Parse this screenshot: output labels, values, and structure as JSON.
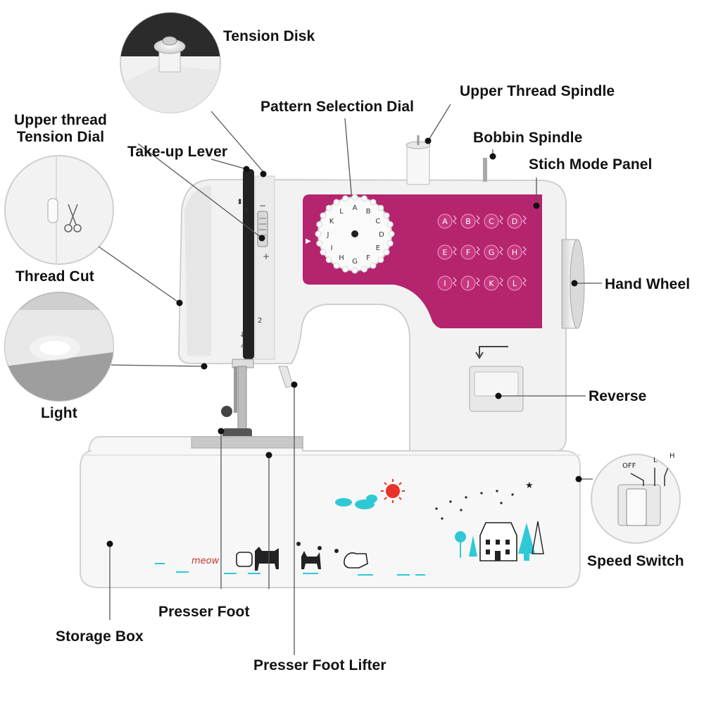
{
  "labels": {
    "tension_disk": "Tension Disk",
    "pattern_dial": "Pattern Selection Dial",
    "upper_spindle": "Upper Thread Spindle",
    "bobbin_spindle": "Bobbin Spindle",
    "stitch_panel": "Stich Mode Panel",
    "upper_tension_line1": "Upper thread",
    "upper_tension_line2": "Tension Dial",
    "takeup_lever": "Take-up Lever",
    "thread_cut": "Thread Cut",
    "hand_wheel": "Hand Wheel",
    "light": "Light",
    "reverse": "Reverse",
    "speed_switch": "Speed Switch",
    "presser_foot": "Presser Foot",
    "storage_box": "Storage Box",
    "presser_foot_lifter": "Presser Foot Lifter"
  },
  "dial_letters": [
    "A",
    "B",
    "C",
    "D",
    "E",
    "F",
    "G",
    "H",
    "I",
    "J",
    "K",
    "L"
  ],
  "panel_rows": [
    [
      "A",
      "B",
      "C",
      "D"
    ],
    [
      "E",
      "F",
      "G",
      "H"
    ],
    [
      "I",
      "J",
      "K",
      "L"
    ]
  ],
  "speed_switch_marks": [
    "OFF",
    "L",
    "H"
  ],
  "decor_text": "meow",
  "colors": {
    "panel": "#b5246f",
    "panel_light": "#c7367f",
    "body": "#f4f4f4",
    "accent": "#2fc9d6",
    "sun": "#e8332b"
  }
}
